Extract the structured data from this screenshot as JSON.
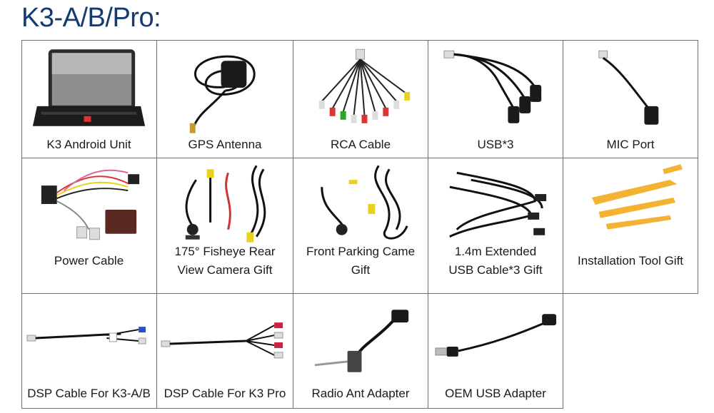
{
  "title": "K3-A/B/Pro:",
  "items": [
    {
      "id": "k3-android-unit",
      "label": [
        "K3 Android Unit"
      ]
    },
    {
      "id": "gps-antenna",
      "label": [
        "GPS Antenna"
      ]
    },
    {
      "id": "rca-cable",
      "label": [
        "RCA Cable"
      ]
    },
    {
      "id": "usb-3",
      "label": [
        "USB*3"
      ]
    },
    {
      "id": "mic-port",
      "label": [
        "MIC Port"
      ]
    },
    {
      "id": "power-cable",
      "label": [
        "Power Cable"
      ]
    },
    {
      "id": "fisheye-camera",
      "label": [
        "175° Fisheye Rear",
        "View Camera Gift"
      ]
    },
    {
      "id": "front-parking-camera",
      "label": [
        "Front Parking Came",
        "Gift"
      ]
    },
    {
      "id": "extended-usb-cable",
      "label": [
        "1.4m Extended",
        "USB Cable*3 Gift"
      ]
    },
    {
      "id": "installation-tool",
      "label": [
        "Installation Tool Gift"
      ]
    },
    {
      "id": "dsp-cable-k3-ab",
      "label": [
        "DSP Cable For K3-A/B"
      ]
    },
    {
      "id": "dsp-cable-k3-pro",
      "label": [
        "DSP Cable For K3 Pro"
      ]
    },
    {
      "id": "radio-ant-adapter",
      "label": [
        "Radio Ant Adapter"
      ]
    },
    {
      "id": "oem-usb-adapter",
      "label": [
        "OEM USB Adapter"
      ]
    }
  ]
}
